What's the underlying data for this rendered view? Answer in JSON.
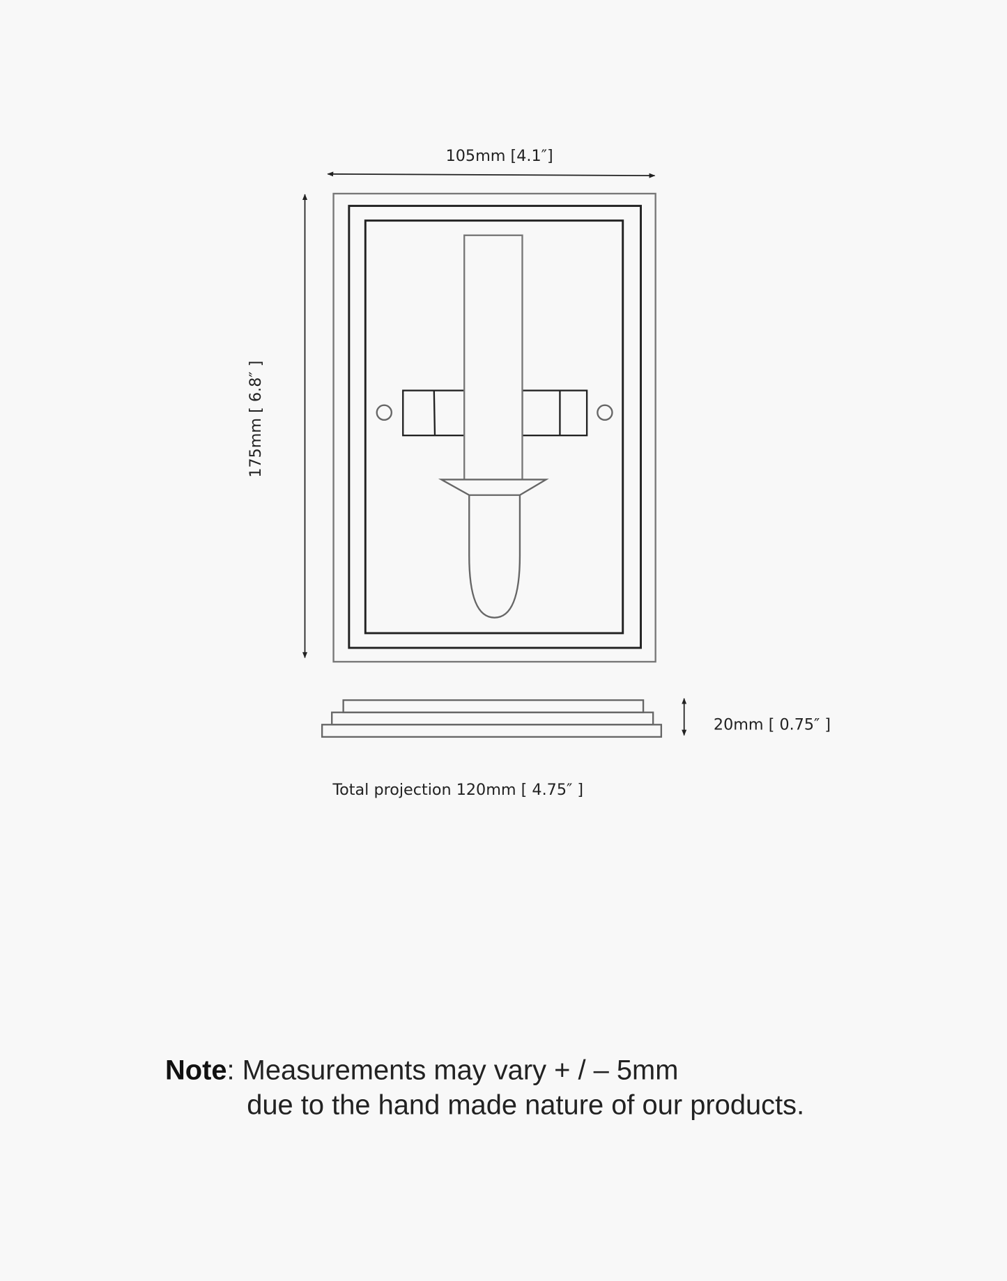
{
  "dimensions": {
    "width": "105mm [4.1″]",
    "height": "175mm [ 6.8″ ]",
    "depth": "20mm [ 0.75″ ]",
    "projection": "Total projection 120mm [ 4.75″ ]"
  },
  "note": {
    "label": "Note",
    "line1": ": Measurements may vary + / – 5mm",
    "line2": "due to the hand made nature of our products."
  },
  "colors": {
    "background": "#f8f8f8",
    "line_dark": "#222222",
    "line_gray": "#777777"
  }
}
